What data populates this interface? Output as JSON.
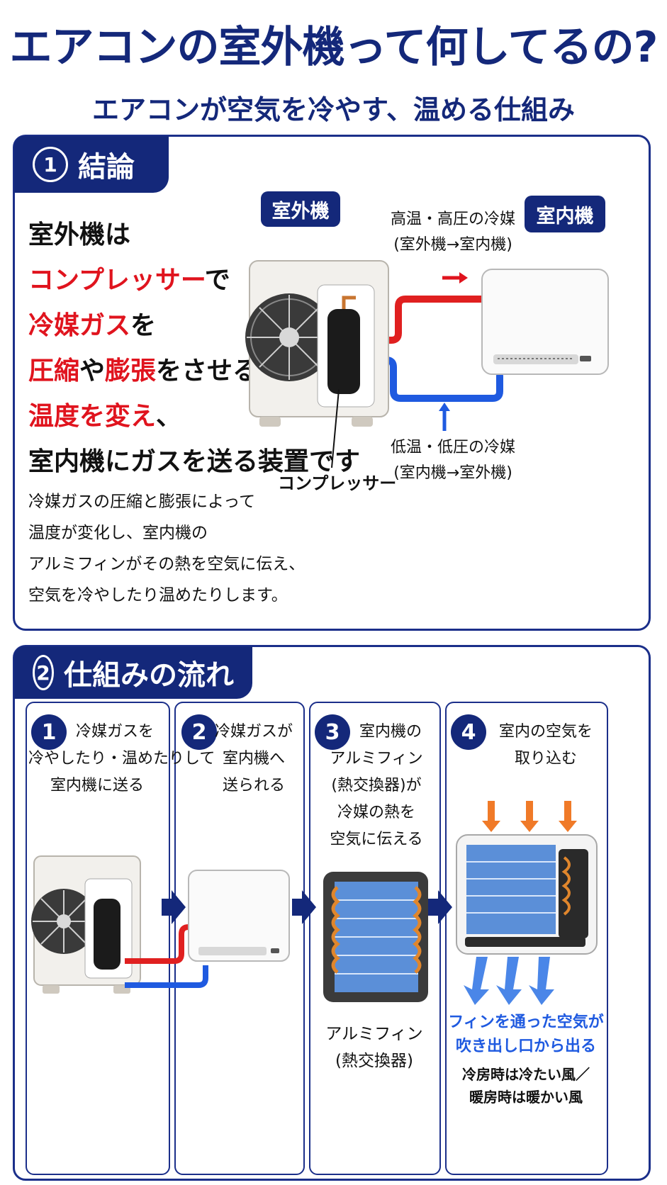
{
  "header": {
    "title": "エアコンの室外機って何してるの?",
    "subtitle": "エアコンが空気を冷やす、温める仕組み"
  },
  "section1": {
    "tab_number": "1",
    "tab_label": "結論",
    "outdoor_label": "室外機",
    "indoor_label": "室内機",
    "main_lines": [
      {
        "segments": [
          {
            "text": "室外機は",
            "red": false
          }
        ]
      },
      {
        "segments": [
          {
            "text": "コンプレッサー",
            "red": true
          },
          {
            "text": "で",
            "red": false
          }
        ]
      },
      {
        "segments": [
          {
            "text": "冷媒ガス",
            "red": true
          },
          {
            "text": "を",
            "red": false
          }
        ]
      },
      {
        "segments": [
          {
            "text": "圧縮",
            "red": true
          },
          {
            "text": "や",
            "red": false
          },
          {
            "text": "膨張",
            "red": true
          },
          {
            "text": "をさせることで",
            "red": false
          }
        ]
      },
      {
        "segments": [
          {
            "text": "温度を変え",
            "red": true
          },
          {
            "text": "、",
            "red": false
          }
        ]
      },
      {
        "segments": [
          {
            "text": "室内機にガスを送る装置です",
            "red": false
          }
        ]
      }
    ],
    "sub_lines": [
      "冷媒ガスの圧縮と膨張によって",
      "温度が変化し、室内機の",
      "アルミフィンがその熱を空気に伝え、",
      "空気を冷やしたり温めたりします。"
    ],
    "high_temp_line1": "高温・高圧の冷媒",
    "high_temp_line2": "(室外機→室内機)",
    "low_temp_line1": "低温・低圧の冷媒",
    "low_temp_line2": "(室内機→室外機)",
    "compressor_label": "コンプレッサー"
  },
  "section2": {
    "tab_number": "2",
    "tab_label": "仕組みの流れ",
    "steps": [
      {
        "number": "1",
        "lines": [
          "冷媒ガスを",
          "冷やしたり・温めたりして",
          "室内機に送る"
        ]
      },
      {
        "number": "2",
        "lines": [
          "冷媒ガスが",
          "室内機へ",
          "送られる"
        ]
      },
      {
        "number": "3",
        "lines": [
          "室内機の",
          "アルミフィン",
          "(熱交換器)が",
          "冷媒の熱を",
          "空気に伝える"
        ]
      },
      {
        "number": "4",
        "lines": [
          "室内の空気を",
          "取り込む"
        ]
      }
    ],
    "fin_caption_line1": "アルミフィン",
    "fin_caption_line2": "(熱交換器)",
    "blow_line1": "フィンを通った空気が",
    "blow_line2": "吹き出し口から出る",
    "mode_line1": "冷房時は冷たい風／",
    "mode_line2": "暖房時は暖かい風"
  },
  "colors": {
    "navy": "#14287a",
    "accent_red": "#e0141e",
    "hot_pipe": "#e02020",
    "cold_pipe": "#1f5ae0",
    "intake_arrow": "#f07a28",
    "outflow_arrow": "#4a86e8",
    "blow_text": "#1f5ae0"
  }
}
